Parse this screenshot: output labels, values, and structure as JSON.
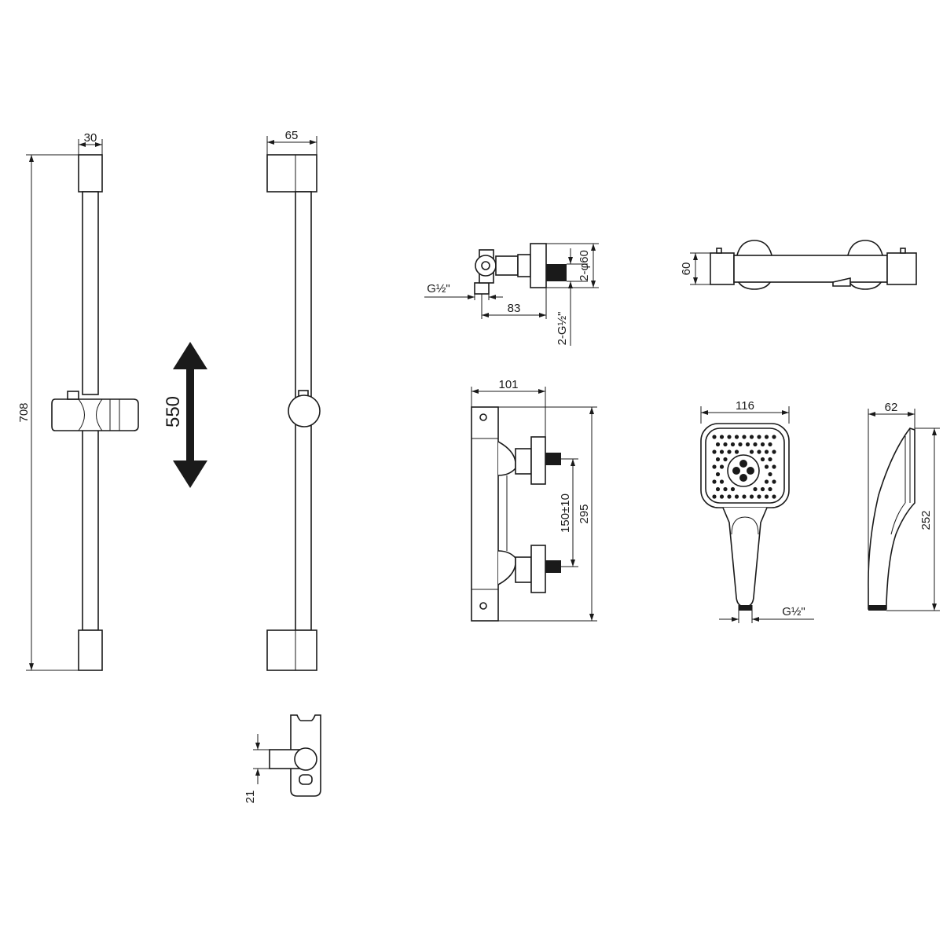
{
  "dims": {
    "rail_width": "30",
    "rail_height": "708",
    "rail_depth": "65",
    "slide_range": "550",
    "holder_offset": "21",
    "valve_inlet_thread": "G½\"",
    "valve_inlet_depth": "83",
    "valve_body_dia": "2-φ60",
    "valve_outlet_thread": "2-G½\"",
    "valve_height": "60",
    "valve_depth": "101",
    "valve_centers": "150±10",
    "valve_length": "295",
    "handshower_width": "116",
    "handshower_thread": "G½\"",
    "handshower_depth": "62",
    "handshower_length": "252"
  },
  "colors": {
    "line": "#1a1a1a",
    "background": "#ffffff"
  }
}
